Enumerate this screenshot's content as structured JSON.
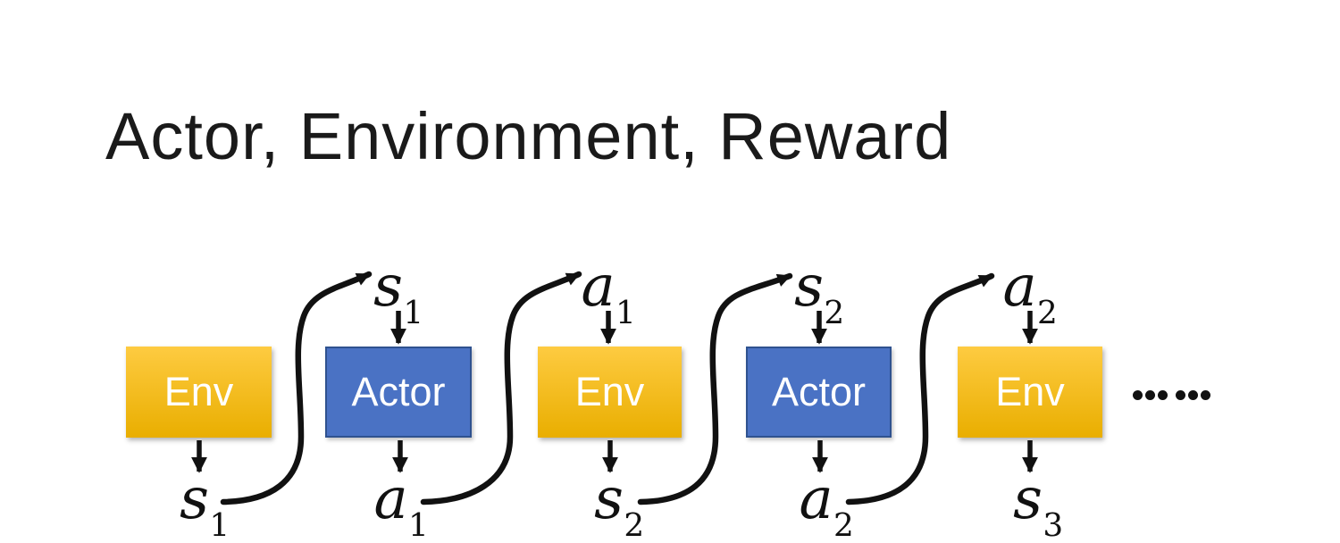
{
  "slide": {
    "title": "Actor, Environment, Reward",
    "ellipsis": "......"
  },
  "colors": {
    "ink": "#111111",
    "env_top": "#FECB41",
    "env_bottom": "#E9AE00",
    "actor_fill": "#4A72C4",
    "actor_border": "#2F528F",
    "box_text": "#FFFFFF",
    "title_color": "#1A1A1A",
    "bg": "#FFFFFF"
  },
  "diagram": {
    "boxes": [
      {
        "label": "Env",
        "type": "env"
      },
      {
        "label": "Actor",
        "type": "actor"
      },
      {
        "label": "Env",
        "type": "env"
      },
      {
        "label": "Actor",
        "type": "actor"
      },
      {
        "label": "Env",
        "type": "env"
      }
    ],
    "top_labels": [
      {
        "base": "s",
        "sub": "1"
      },
      {
        "base": "a",
        "sub": "1"
      },
      {
        "base": "s",
        "sub": "2"
      },
      {
        "base": "a",
        "sub": "2"
      }
    ],
    "bottom_labels": [
      {
        "base": "s",
        "sub": "1"
      },
      {
        "base": "a",
        "sub": "1"
      },
      {
        "base": "s",
        "sub": "2"
      },
      {
        "base": "a",
        "sub": "2"
      },
      {
        "base": "s",
        "sub": "3"
      }
    ]
  }
}
